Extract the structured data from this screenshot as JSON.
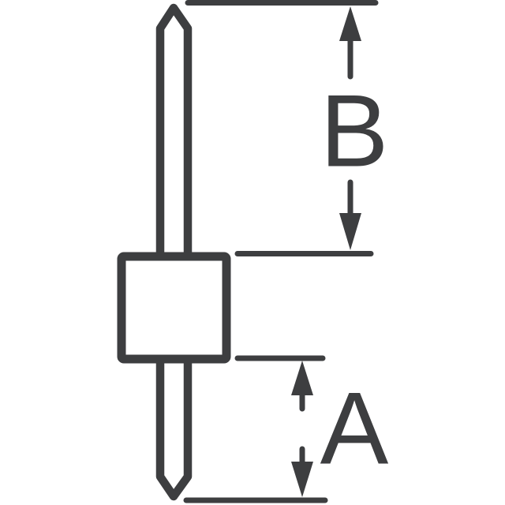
{
  "figure": {
    "kind": "mechanical-dimension-drawing",
    "background_color": "#ffffff",
    "ink_color": "#3d3e40",
    "labels": {
      "upper_dimension": "B",
      "lower_dimension": "A"
    }
  }
}
